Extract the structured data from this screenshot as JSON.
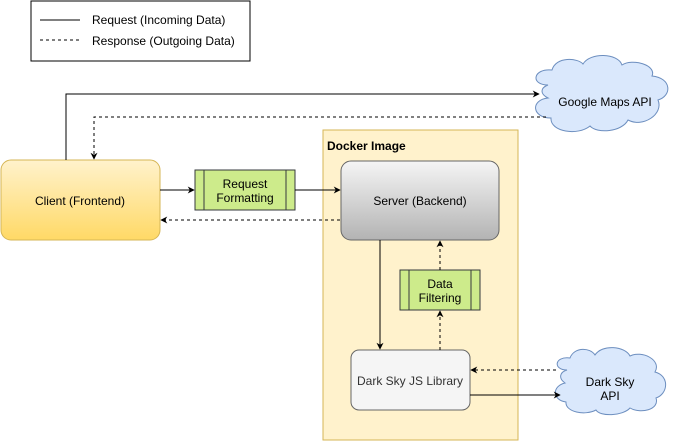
{
  "legend": {
    "request": "Request (Incoming Data)",
    "response": "Response (Outgoing Data)"
  },
  "docker": {
    "title": "Docker Image"
  },
  "nodes": {
    "client": "Client (Frontend)",
    "server": "Server (Backend)",
    "darksky_lib": "Dark Sky JS Library",
    "google_maps": "Google Maps API",
    "darksky_api_line1": "Dark Sky",
    "darksky_api_line2": "API"
  },
  "processes": {
    "request_formatting_line1": "Request",
    "request_formatting_line2": "Formatting",
    "data_filtering_line1": "Data",
    "data_filtering_line2": "Filtering"
  },
  "colors": {
    "docker_fill": "#fff2cc",
    "docker_stroke": "#d6b656",
    "client_top": "#fff2cc",
    "client_bottom": "#ffd966",
    "process_fill": "#cdeb8b",
    "process_stroke": "#36393d",
    "cloud_fill": "#dae8fc",
    "cloud_stroke": "#6c8ebf"
  }
}
